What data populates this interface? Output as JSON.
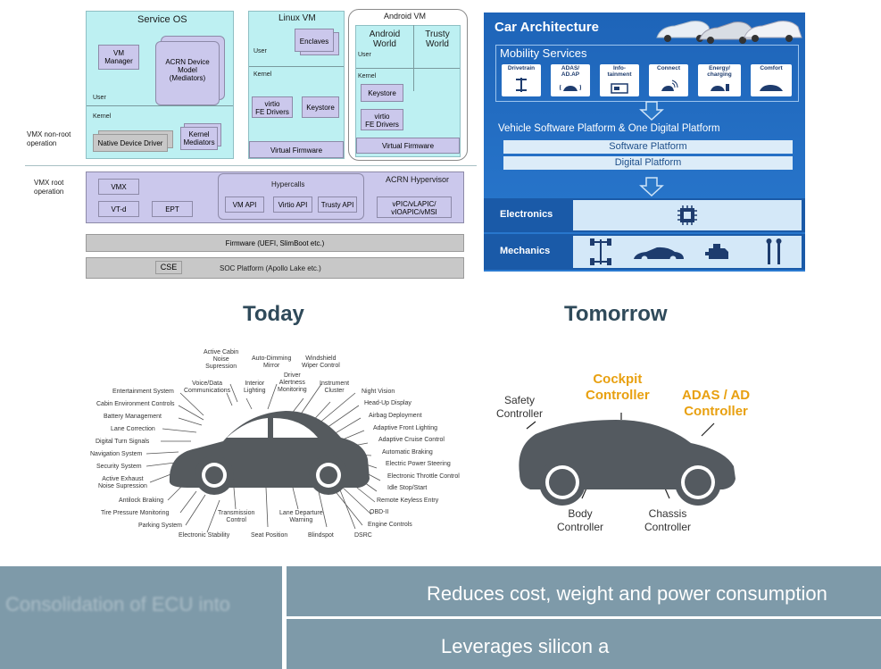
{
  "acrn": {
    "service_os": {
      "title": "Service OS",
      "vm_manager": "VM\nManager",
      "device_model": "ACRN Device\nModel\n(Mediators)",
      "user": "User",
      "kernel": "Kernel",
      "native_driver": "Native Device Driver",
      "kernel_mediators": "Kernel\nMediators"
    },
    "linux_vm": {
      "title": "Linux VM",
      "user": "User",
      "enclaves": "Enclaves",
      "kernel": "Kernel",
      "virtio": "virtio\nFE Drivers",
      "keystore": "Keystore",
      "firmware": "Virtual Firmware"
    },
    "android_vm": {
      "title": "Android VM",
      "android_world": "Android\nWorld",
      "trusty_world": "Trusty\nWorld",
      "user": "User",
      "kernel": "Kernel",
      "keystore": "Keystore",
      "virtio": "virtio\nFE Drivers",
      "firmware": "Virtual Firmware"
    },
    "vmx_nonroot": "VMX non-root\noperation",
    "vmx_root": "VMX root\noperation",
    "hypervisor": {
      "vmx": "VMX",
      "vtd": "VT-d",
      "ept": "EPT",
      "hypercalls": "Hypercalls",
      "vm_api": "VM API",
      "virtio_api": "Virtio API",
      "trusty_api": "Trusty API",
      "acrn": "ACRN Hypervisor",
      "vpic": "vPIC/vLAPIC/\nvIOAPIC/vMSI"
    },
    "firmware_bar": "Firmware (UEFI, SlimBoot etc.)",
    "cse": "CSE",
    "soc_bar": "SOC Platform (Apollo Lake etc.)"
  },
  "car_arch": {
    "title": "Car Architecture",
    "mobility": "Mobility Services",
    "services": [
      {
        "label": "Drivetrain",
        "icon": "drivetrain-icon"
      },
      {
        "label": "ADAS/\nAD.AP",
        "icon": "adas-icon"
      },
      {
        "label": "Info-\ntainment",
        "icon": "infotainment-icon"
      },
      {
        "label": "Connect",
        "icon": "connect-icon"
      },
      {
        "label": "Energy/\ncharging",
        "icon": "charging-icon"
      },
      {
        "label": "Comfort",
        "icon": "comfort-icon"
      }
    ],
    "platform_title": "Vehicle Software Platform & One Digital Platform",
    "software_platform": "Software Platform",
    "digital_platform": "Digital Platform",
    "electronics": "Electronics",
    "mechanics": "Mechanics"
  },
  "today": {
    "heading": "Today",
    "left_labels": [
      "Entertainment System",
      "Cabin Environment Controls",
      "Battery Management",
      "Lane Correction",
      "Digital Turn Signals",
      "Navigation System",
      "Security System",
      "Active Exhaust\nNoise Supression",
      "Antilock Braking",
      "Tire Pressure Monitoring",
      "Parking System"
    ],
    "top_labels": [
      "Active Cabin\nNoise\nSupression",
      "Voice/Data\nCommunications",
      "Interior\nLighting",
      "Auto-Dimming\nMirror",
      "Driver\nAlertness\nMonitoring",
      "Windshield\nWiper Control",
      "Instrument\nCluster"
    ],
    "right_labels": [
      "Night Vision",
      "Head-Up Display",
      "Airbag Deployment",
      "Adaptive Front Lighting",
      "Adaptive Cruise Control",
      "Automatic Braking",
      "Electric Power Steering",
      "Electronic Throttle Control",
      "Idle Stop/Start",
      "Remote Keyless Entry",
      "OBD-II",
      "Engine Controls"
    ],
    "bottom_labels": [
      "Electronic Stability",
      "Transmission\nControl",
      "Seat Position",
      "Lane Departure\nWarning",
      "Blindspot",
      "DSRC"
    ]
  },
  "tomorrow": {
    "heading": "Tomorrow",
    "safety": "Safety\nController",
    "cockpit": "Cockpit\nController",
    "adas": "ADAS / AD\nController",
    "body": "Body\nController",
    "chassis": "Chassis\nController"
  },
  "footer": {
    "left_text": "Consolidation of ECU into",
    "right_top": "Reduces cost, weight and power consumption",
    "right_bottom": "Leverages silicon a"
  },
  "colors": {
    "acrn_cyan": "#bdf0f2",
    "acrn_lavender": "#cbc8ec",
    "car_arch_blue": "#1f6cc2",
    "tomorrow_orange": "#e8a010",
    "footer_slate": "#7e9aa9"
  }
}
